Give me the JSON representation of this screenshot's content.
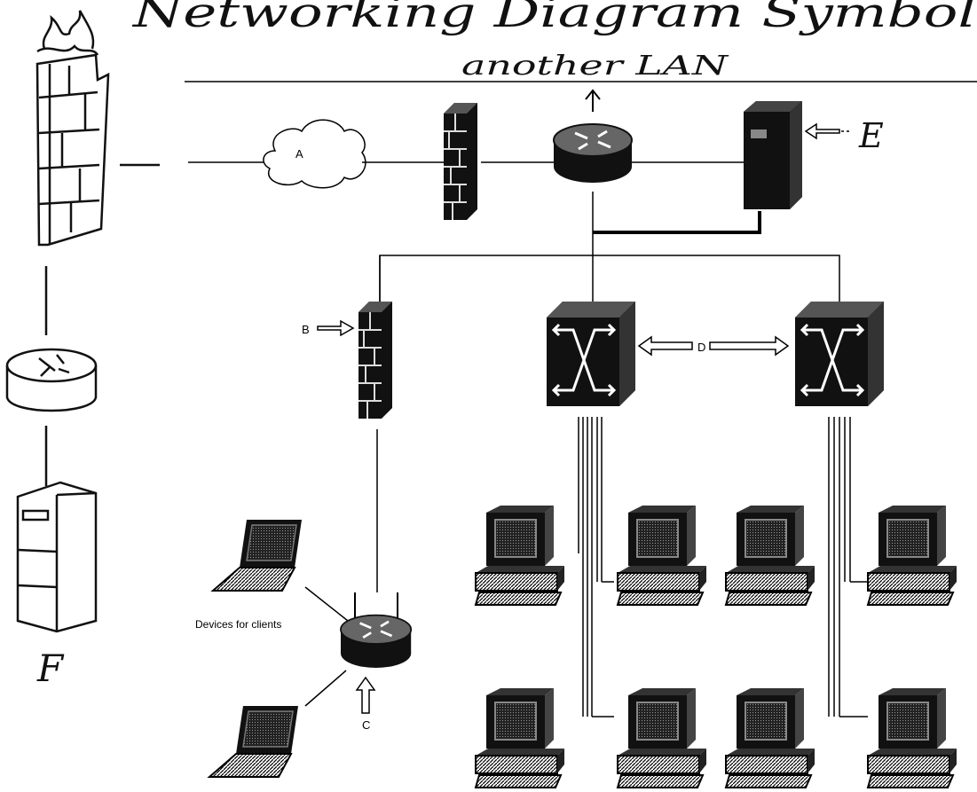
{
  "title": "Networking Diagram Symbol",
  "top_note": "another LAN",
  "labels": {
    "a": "A",
    "b": "B",
    "c": "C",
    "d": "D",
    "e": "E",
    "f": "F",
    "clients": "Devices for clients"
  },
  "icons": {
    "internet": "cloud-icon",
    "firewall": "firewall-icon",
    "router": "router-icon",
    "server": "server-tower-icon",
    "switch": "switch-icon",
    "workstation": "desktop-computer-icon",
    "laptop": "laptop-icon",
    "wireless_router": "wireless-router-icon"
  },
  "legend": {
    "firewall": "firewall-icon",
    "router": "router-icon",
    "server": "server-tower-icon"
  },
  "colors": {
    "ink": "#000000",
    "paper": "#ffffff"
  }
}
